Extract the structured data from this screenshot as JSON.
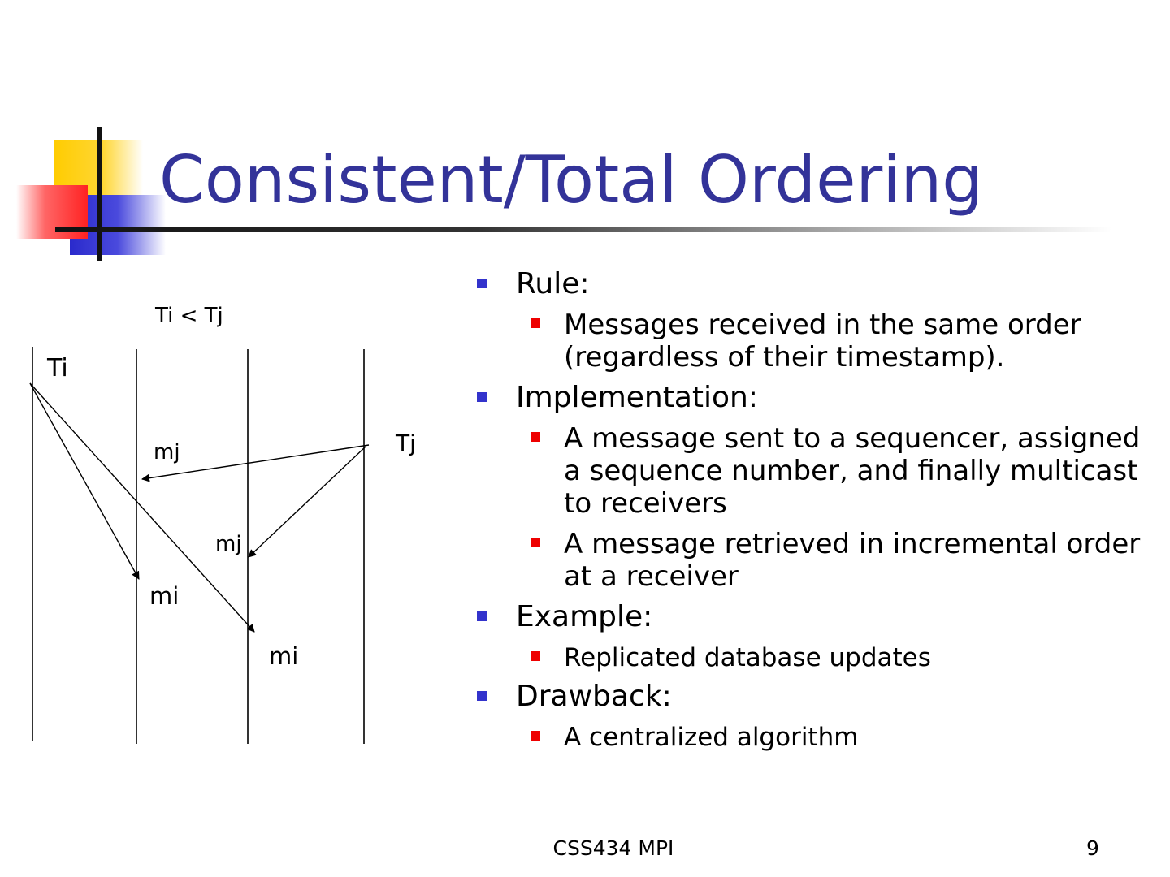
{
  "slide": {
    "title": "Consistent/Total Ordering",
    "footer": "CSS434 MPI",
    "page_number": "9"
  },
  "diagram": {
    "condition_label": "Ti < Tj",
    "sender_i_label": "Ti",
    "sender_j_label": "Tj",
    "msg_j_label_1": "mj",
    "msg_j_label_2": "mj",
    "msg_i_label_1": "mi",
    "msg_i_label_2": "mi"
  },
  "bullets": [
    {
      "label": "Rule:",
      "subs": [
        "Messages received in the same order (regardless of their timestamp)."
      ]
    },
    {
      "label": "Implementation:",
      "subs": [
        "A message sent to a  sequencer, assigned a sequence number, and finally multicast to receivers",
        "A message retrieved in  incremental order at a receiver"
      ]
    },
    {
      "label": "Example:",
      "subs": [
        "Replicated database updates"
      ]
    },
    {
      "label": "Drawback:",
      "subs": [
        "A centralized algorithm"
      ]
    }
  ],
  "colors": {
    "title": "#333399",
    "bullet_l1": "#3333cc",
    "bullet_l2": "#ee0000"
  }
}
